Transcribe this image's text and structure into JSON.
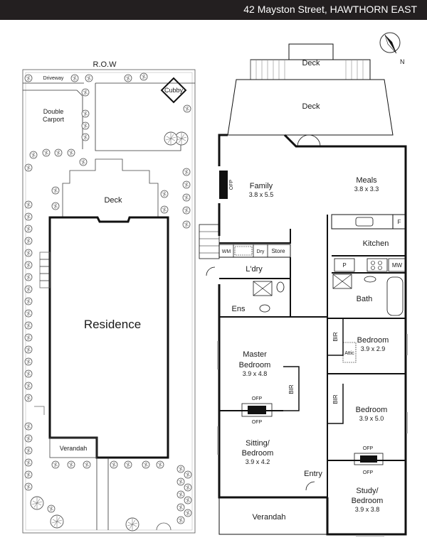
{
  "address": "42 Mayston Street, HAWTHORN EAST",
  "compass": {
    "label": "N"
  },
  "site": {
    "row": "R.O.W",
    "driveway": "Driveway",
    "carport": [
      "Double",
      "Carport"
    ],
    "cubby": "Cubby",
    "deck": "Deck",
    "residence": "Residence",
    "verandah": "Verandah"
  },
  "rooms": {
    "deck_top": "Deck",
    "deck_main": "Deck",
    "family": {
      "name": "Family",
      "dims": "3.8 x 5.5"
    },
    "meals": {
      "name": "Meals",
      "dims": "3.8 x 3.3"
    },
    "ofp_family": "OFP",
    "fridge": "F",
    "kitchen": "Kitchen",
    "wm": "WM",
    "dry": "Dry",
    "store": "Store",
    "ldry": "L'dry",
    "pantry": "P",
    "mw": "MW",
    "bath": "Bath",
    "ens": "Ens",
    "master": {
      "line1": "Master",
      "line2": "Bedroom",
      "dims": "3.9 x 4.8"
    },
    "bir": "BIR",
    "bedroom1": {
      "name": "Bedroom",
      "dims": "3.9 x 2.9"
    },
    "bir1": "BIR",
    "attic": "Attic",
    "bedroom2": {
      "name": "Bedroom",
      "dims": "3.9 x 5.0"
    },
    "bir2": "BIR",
    "ofp_master_top": "OFP",
    "ofp_master_bottom": "OFP",
    "sitting": {
      "line1": "Sitting/",
      "line2": "Bedroom",
      "dims": "3.9 x 4.2"
    },
    "ofp_study_top": "OFP",
    "ofp_study_bottom": "OFP",
    "study": {
      "line1": "Study/",
      "line2": "Bedroom",
      "dims": "3.9 x 3.8"
    },
    "entry": "Entry",
    "verandah": "Verandah"
  }
}
